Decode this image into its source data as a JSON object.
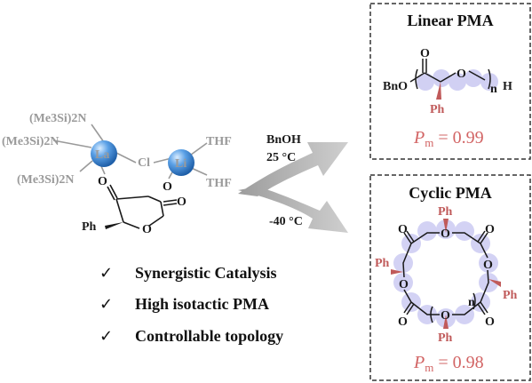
{
  "catalyst": {
    "ligand1": "(Me3Si)2N",
    "ligand2": "(Me3Si)2N",
    "ligand3": "(Me3Si)2N",
    "la": "La",
    "li": "Li",
    "cl": "Cl",
    "thf1": "THF",
    "thf2": "THF",
    "o_bridge": "O",
    "o1": "O",
    "o2": "O",
    "o3": "O",
    "ph": "Ph"
  },
  "conditions": {
    "upper_reagent": "BnOH",
    "upper_temp": "25 °C",
    "lower_temp": "-40 °C"
  },
  "linear_box": {
    "title": "Linear PMA",
    "bno": "BnO",
    "o_carbonyl": "O",
    "o_chain": "O",
    "n": "n",
    "h": "H",
    "ph": "Ph",
    "pm_label": "P",
    "pm_sub": "m",
    "pm_value": " = 0.99"
  },
  "cyclic_box": {
    "title": "Cyclic PMA",
    "ph_top": "Ph",
    "ph_left": "Ph",
    "ph_right": "Ph",
    "ph_bottom": "Ph",
    "o_carbonyl_tl": "O",
    "o_ring_top": "O",
    "o_carbonyl_tr": "O",
    "o_ring_left": "O",
    "o_ring_right": "O",
    "o_carbonyl_bl": "O",
    "o_ring_bottom": "O",
    "o_carbonyl_br": "O",
    "n": "n",
    "pm_label": "P",
    "pm_sub": "m",
    "pm_value": " = 0.98"
  },
  "bullets": [
    {
      "check": "✓",
      "text": "Synergistic Catalysis"
    },
    {
      "check": "✓",
      "text": "High isotactic PMA"
    },
    {
      "check": "✓",
      "text": "Controllable topology"
    }
  ],
  "colors": {
    "metal_blue": "#3f86d0",
    "highlight_lavender": "#c9c8f2",
    "pm_red": "#d26464",
    "arrow_gray": "#b4b4b4"
  }
}
